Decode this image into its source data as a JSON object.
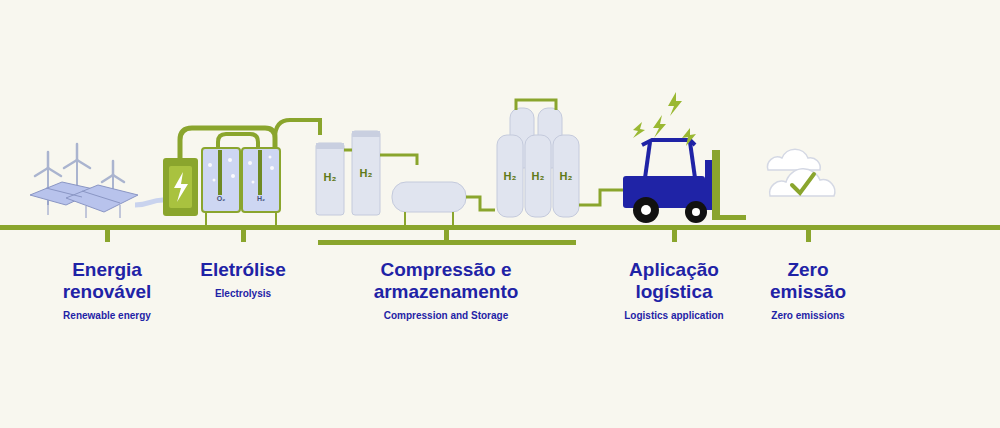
{
  "diagram": {
    "labels": [
      "Energia renovável",
      "Renewable energy",
      "Eletrólise",
      "Electrolysis",
      "Compressão e armazenamento",
      "Compression and Storage",
      "Aplicação logística",
      "Logistics application",
      "Zero emissão",
      "Zero emissions",
      "O₂",
      "H₂",
      "H₂",
      "H₂",
      "H₂",
      "H₂",
      "H₂"
    ]
  }
}
